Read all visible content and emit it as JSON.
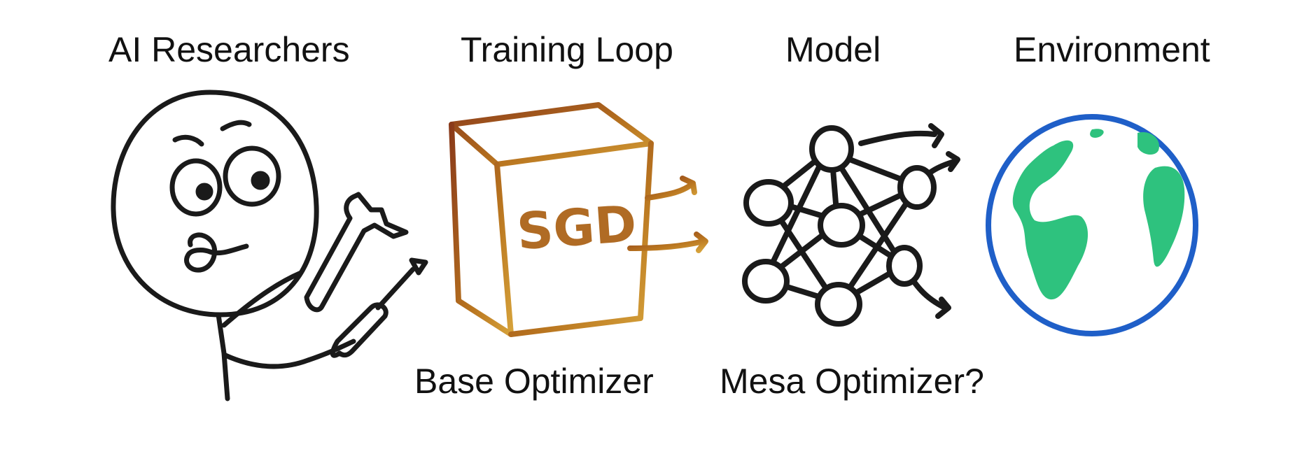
{
  "labels": {
    "researchers": "AI Researchers",
    "training_loop": "Training Loop",
    "model": "Model",
    "environment": "Environment",
    "base_optimizer": "Base Optimizer",
    "mesa_optimizer": "Mesa Optimizer?"
  },
  "box_text": "SGD",
  "colors": {
    "ink": "#1a1a1a",
    "box_dark": "#8a3a1a",
    "box_light": "#d6a23a",
    "globe_outline": "#1f5fc8",
    "land": "#2ec27e"
  },
  "icons": [
    "stick-figure-icon",
    "wrench-icon",
    "screwdriver-icon",
    "sgd-box-icon",
    "neural-network-icon",
    "globe-icon"
  ]
}
